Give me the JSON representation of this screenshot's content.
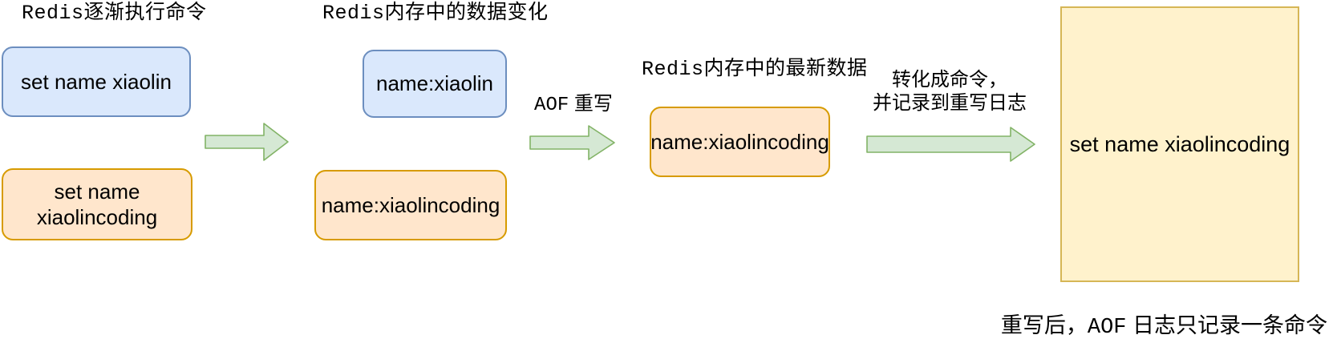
{
  "colors": {
    "blue_fill": "#dae8fc",
    "blue_border": "#6c8ebf",
    "orange_fill": "#ffe6cc",
    "orange_border": "#d79b00",
    "yellow_fill": "#fff2cc",
    "yellow_border": "#d6b656",
    "arrow_fill": "#d5e8d4",
    "arrow_border": "#82b366",
    "text": "#000000"
  },
  "stage1": {
    "title": {
      "latin": "Redis",
      "zh": "逐渐执行命令"
    },
    "boxes": [
      {
        "label": "set name xiaolin"
      },
      {
        "label": "set name xiaolincoding"
      }
    ]
  },
  "stage2": {
    "title": {
      "latin": "Redis",
      "zh": "内存中的数据变化"
    },
    "boxes": [
      {
        "label": "name:xiaolin"
      },
      {
        "label": "name:xiaolincoding"
      }
    ]
  },
  "aof_rewrite_label": {
    "latin": "AOF",
    "zh": " 重写"
  },
  "stage3": {
    "title": {
      "latin": "Redis",
      "zh": "内存中的最新数据"
    },
    "box": {
      "label": "name:xiaolincoding"
    }
  },
  "convert_label": {
    "line1": "转化成命令，",
    "line2": "并记录到重写日志"
  },
  "stage4": {
    "box": {
      "label": "set name xiaolincoding"
    }
  },
  "footer": {
    "zh1": "重写后，",
    "latin": "AOF",
    "zh2": " 日志只记录一条命令"
  }
}
